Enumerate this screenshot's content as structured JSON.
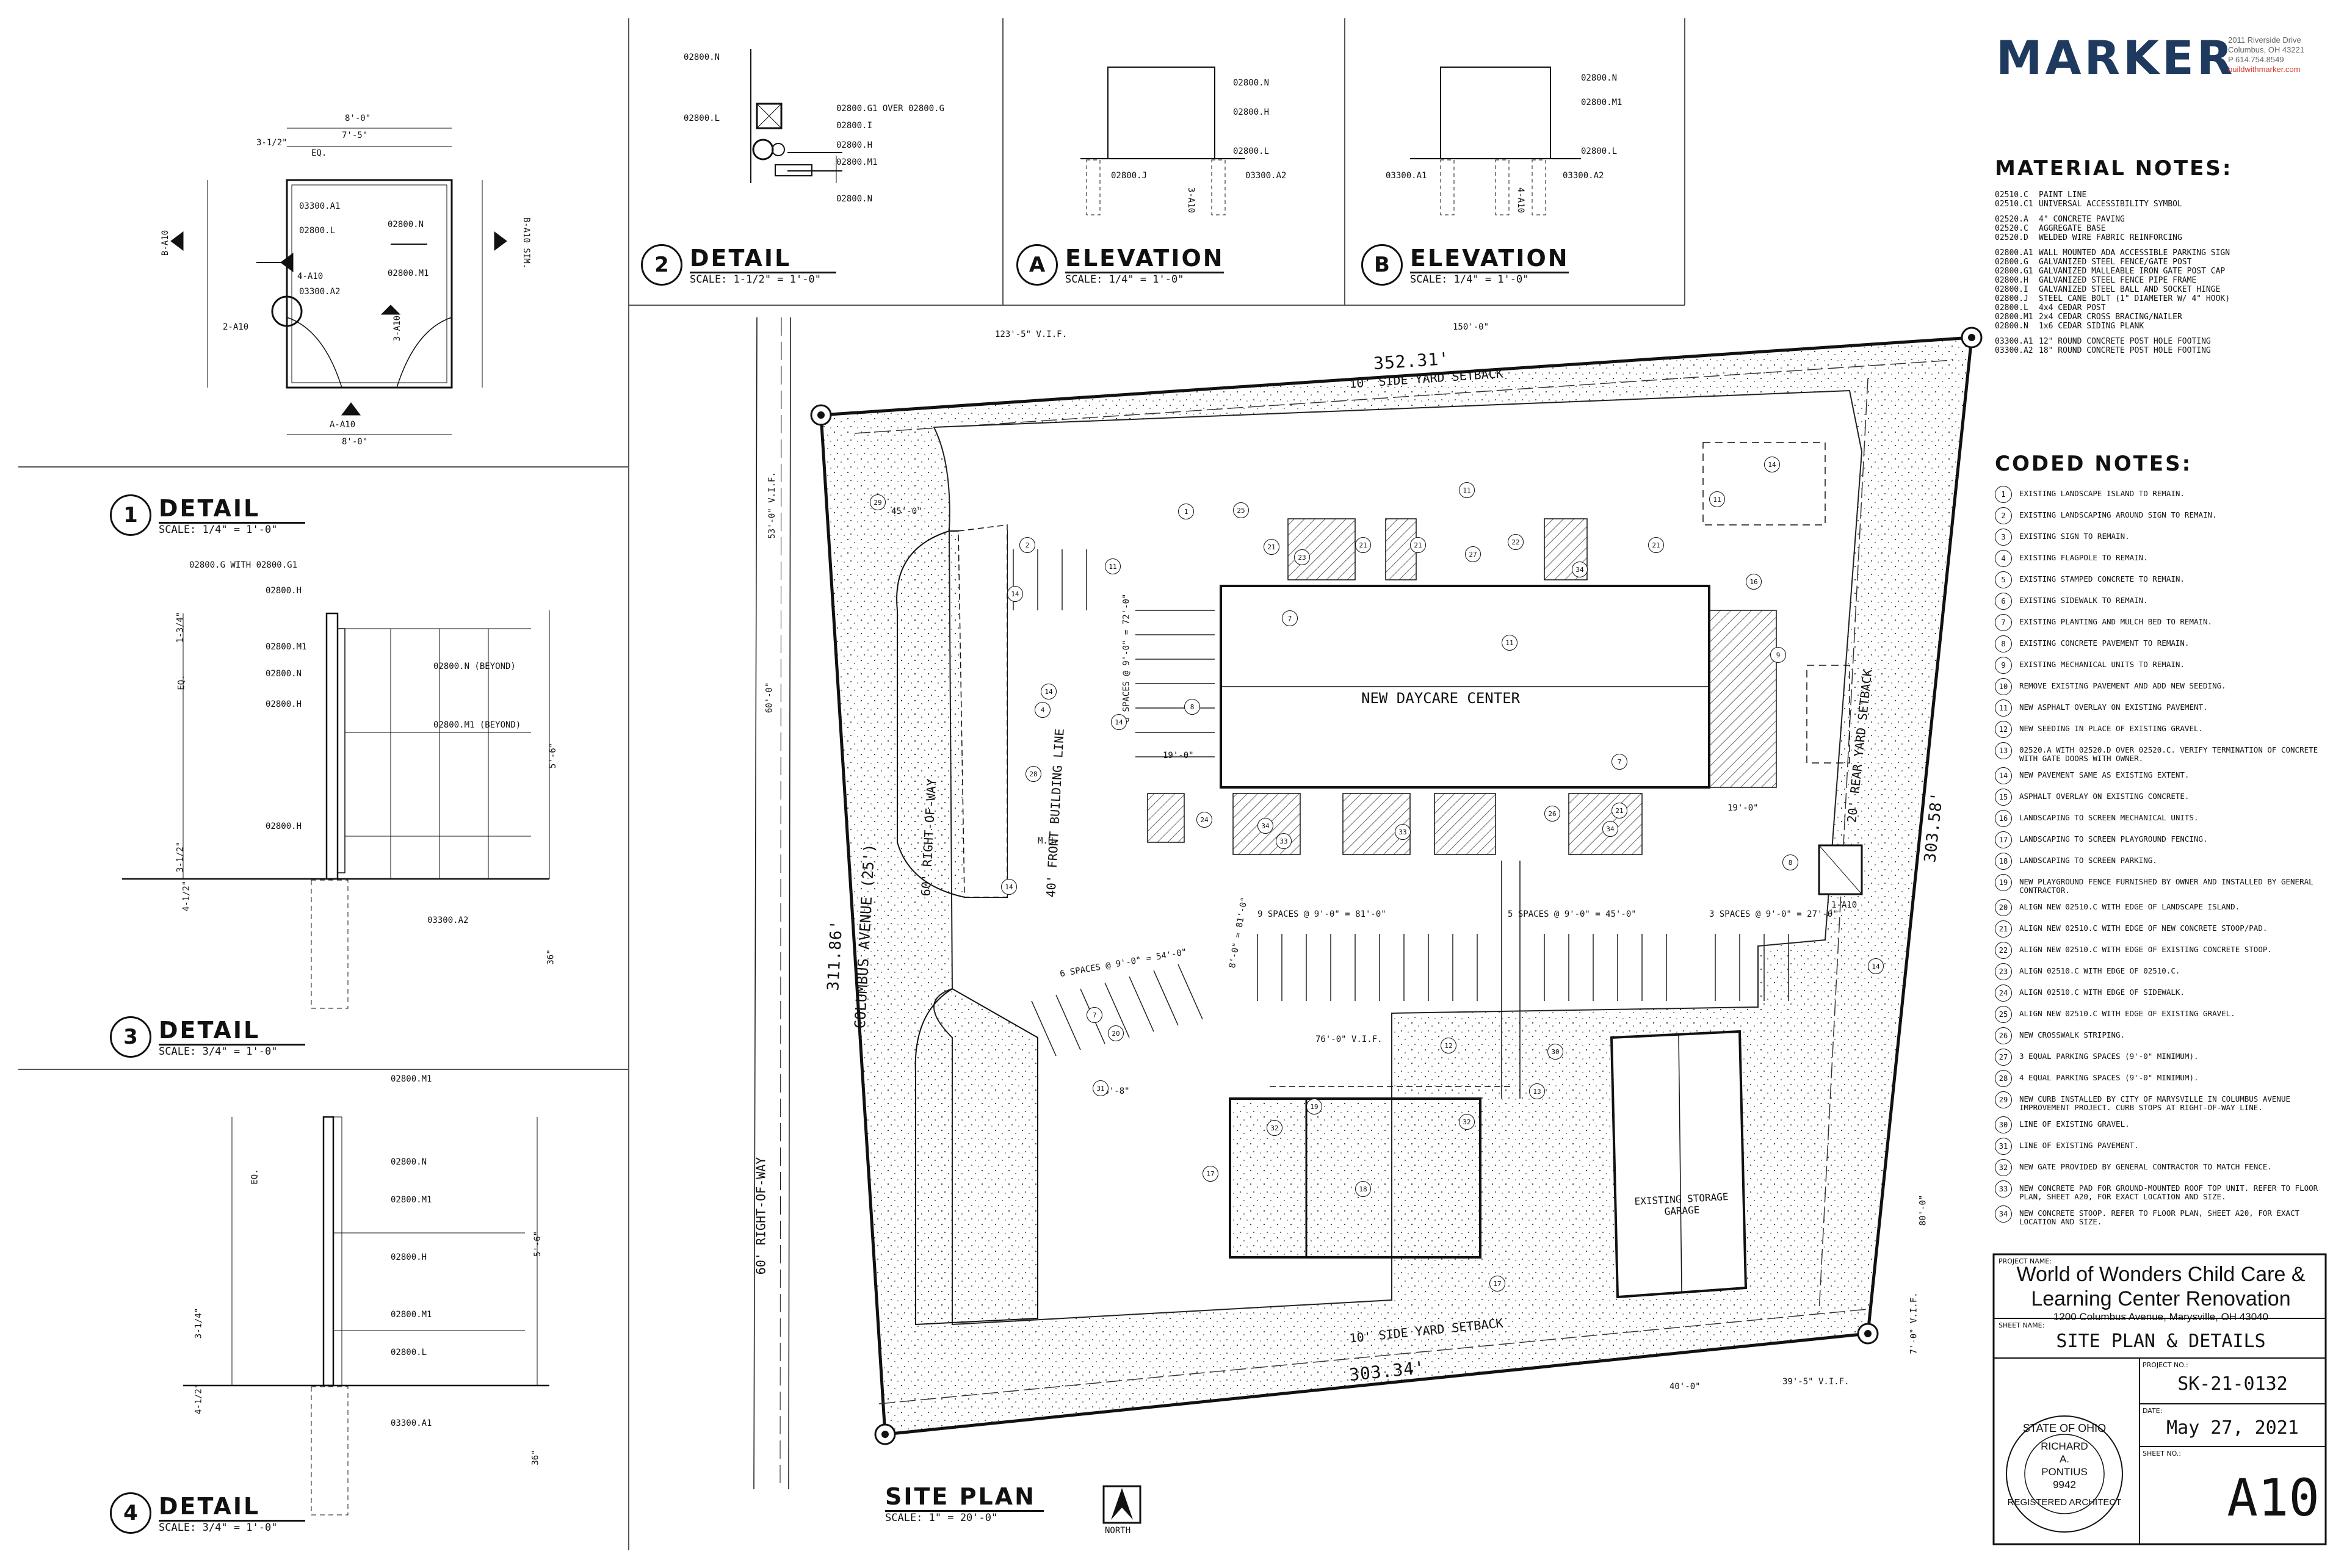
{
  "firm": {
    "logo": "MARKER",
    "address1": "2011 Riverside Drive",
    "address2": "Columbus, OH 43221",
    "phone": "P 614.754.8549",
    "web": "buildwithmarker.com",
    "brand_color": "#1f3a5f"
  },
  "material_notes": {
    "title": "MATERIAL NOTES:",
    "groups": [
      [
        [
          "02510.C",
          "PAINT LINE"
        ],
        [
          "02510.C1",
          "UNIVERSAL ACCESSIBILITY SYMBOL"
        ]
      ],
      [
        [
          "02520.A",
          "4\" CONCRETE PAVING"
        ],
        [
          "02520.C",
          "AGGREGATE BASE"
        ],
        [
          "02520.D",
          "WELDED WIRE FABRIC REINFORCING"
        ]
      ],
      [
        [
          "02800.A1",
          "WALL MOUNTED ADA ACCESSIBLE PARKING SIGN"
        ],
        [
          "02800.G",
          "GALVANIZED STEEL FENCE/GATE POST"
        ],
        [
          "02800.G1",
          "GALVANIZED MALLEABLE IRON GATE POST CAP"
        ],
        [
          "02800.H",
          "GALVANIZED STEEL FENCE PIPE FRAME"
        ],
        [
          "02800.I",
          "GALVANIZED STEEL BALL AND SOCKET HINGE"
        ],
        [
          "02800.J",
          "STEEL CANE BOLT (1\" DIAMETER W/ 4\" HOOK)"
        ],
        [
          "02800.L",
          "4x4 CEDAR POST"
        ],
        [
          "02800.M1",
          "2x4 CEDAR CROSS BRACING/NAILER"
        ],
        [
          "02800.N",
          "1x6 CEDAR SIDING PLANK"
        ]
      ],
      [
        [
          "03300.A1",
          "12\" ROUND CONCRETE POST HOLE FOOTING"
        ],
        [
          "03300.A2",
          "18\" ROUND CONCRETE POST HOLE FOOTING"
        ]
      ]
    ]
  },
  "coded_notes": {
    "title": "CODED NOTES:",
    "items": [
      [
        "1",
        "EXISTING LANDSCAPE ISLAND TO REMAIN."
      ],
      [
        "2",
        "EXISTING LANDSCAPING AROUND SIGN TO REMAIN."
      ],
      [
        "3",
        "EXISTING SIGN TO REMAIN."
      ],
      [
        "4",
        "EXISTING FLAGPOLE TO REMAIN."
      ],
      [
        "5",
        "EXISTING STAMPED CONCRETE TO REMAIN."
      ],
      [
        "6",
        "EXISTING SIDEWALK TO REMAIN."
      ],
      [
        "7",
        "EXISTING PLANTING AND MULCH BED TO REMAIN."
      ],
      [
        "8",
        "EXISTING CONCRETE PAVEMENT TO REMAIN."
      ],
      [
        "9",
        "EXISTING MECHANICAL UNITS TO REMAIN."
      ],
      [
        "10",
        "REMOVE EXISTING PAVEMENT AND ADD NEW SEEDING."
      ],
      [
        "11",
        "NEW ASPHALT OVERLAY ON EXISTING PAVEMENT."
      ],
      [
        "12",
        "NEW SEEDING IN PLACE OF EXISTING GRAVEL."
      ],
      [
        "13",
        "02520.A WITH 02520.D OVER 02520.C. VERIFY TERMINATION OF CONCRETE WITH GATE DOORS WITH OWNER."
      ],
      [
        "14",
        "NEW PAVEMENT SAME AS EXISTING EXTENT."
      ],
      [
        "15",
        "ASPHALT OVERLAY ON EXISTING CONCRETE."
      ],
      [
        "16",
        "LANDSCAPING TO SCREEN MECHANICAL UNITS."
      ],
      [
        "17",
        "LANDSCAPING TO SCREEN PLAYGROUND FENCING."
      ],
      [
        "18",
        "LANDSCAPING TO SCREEN PARKING."
      ],
      [
        "19",
        "NEW PLAYGROUND FENCE FURNISHED BY OWNER AND INSTALLED BY GENERAL CONTRACTOR."
      ],
      [
        "20",
        "ALIGN NEW 02510.C WITH EDGE OF LANDSCAPE ISLAND."
      ],
      [
        "21",
        "ALIGN NEW 02510.C WITH EDGE OF NEW CONCRETE STOOP/PAD."
      ],
      [
        "22",
        "ALIGN NEW 02510.C WITH EDGE OF EXISTING CONCRETE STOOP."
      ],
      [
        "23",
        "ALIGN 02510.C WITH EDGE OF 02510.C."
      ],
      [
        "24",
        "ALIGN 02510.C WITH EDGE OF SIDEWALK."
      ],
      [
        "25",
        "ALIGN NEW 02510.C WITH EDGE OF EXISTING GRAVEL."
      ],
      [
        "26",
        "NEW CROSSWALK STRIPING."
      ],
      [
        "27",
        "3 EQUAL PARKING SPACES (9'-0\" MINIMUM)."
      ],
      [
        "28",
        "4 EQUAL PARKING SPACES (9'-0\" MINIMUM)."
      ],
      [
        "29",
        "NEW CURB INSTALLED BY CITY OF MARYSVILLE IN COLUMBUS AVENUE IMPROVEMENT PROJECT. CURB STOPS AT RIGHT-OF-WAY LINE."
      ],
      [
        "30",
        "LINE OF EXISTING GRAVEL."
      ],
      [
        "31",
        "LINE OF EXISTING PAVEMENT."
      ],
      [
        "32",
        "NEW GATE PROVIDED BY GENERAL CONTRACTOR TO MATCH FENCE."
      ],
      [
        "33",
        "NEW CONCRETE PAD FOR GROUND-MOUNTED ROOF TOP UNIT. REFER TO FLOOR PLAN, SHEET A20, FOR EXACT LOCATION AND SIZE."
      ],
      [
        "34",
        "NEW CONCRETE STOOP. REFER TO FLOOR PLAN, SHEET A20, FOR EXACT LOCATION AND SIZE."
      ]
    ]
  },
  "title_block": {
    "project_name_label": "PROJECT NAME:",
    "project_name_line1": "World of Wonders Child Care &",
    "project_name_line2": "Learning Center Renovation",
    "project_address": "1200 Columbus Avenue, Marysville, OH 43040",
    "sheet_name_label": "SHEET NAME:",
    "sheet_name": "SITE PLAN & DETAILS",
    "project_no_label": "PROJECT NO.:",
    "project_no": "SK-21-0132",
    "date_label": "DATE:",
    "date": "May 27, 2021",
    "sheet_no_label": "SHEET NO.:",
    "sheet_no": "A10",
    "seal": {
      "top": "STATE OF OHIO",
      "name1": "RICHARD",
      "name2": "A.",
      "name3": "PONTIUS",
      "number": "9942",
      "bottom": "REGISTERED ARCHITECT"
    }
  },
  "details": {
    "d1": {
      "num": "1",
      "title": "DETAIL",
      "scale": "SCALE: 1/4\" = 1'-0\""
    },
    "d2": {
      "num": "2",
      "title": "DETAIL",
      "scale": "SCALE: 1-1/2\" = 1'-0\""
    },
    "d3": {
      "num": "3",
      "title": "DETAIL",
      "scale": "SCALE: 3/4\" = 1'-0\""
    },
    "d4": {
      "num": "4",
      "title": "DETAIL",
      "scale": "SCALE: 3/4\" = 1'-0\""
    },
    "eA": {
      "num": "A",
      "title": "ELEVATION",
      "scale": "SCALE: 1/4\" = 1'-0\""
    },
    "eB": {
      "num": "B",
      "title": "ELEVATION",
      "scale": "SCALE: 1/4\" = 1'-0\""
    }
  },
  "detail1_labels": {
    "d8a": "8'-0\"",
    "d7b": "7'-5\"",
    "d8b": "8'-0\"",
    "l1": "03300.A1",
    "l2": "02800.L",
    "l3": "02800.N",
    "l4": "02800.M1",
    "l5": "03300.A2",
    "ref1": "4-A10",
    "ref2": "2-A10",
    "ref3": "3-A10",
    "ref4": "A-A10",
    "refB": "B-A10",
    "refBsim": "B-A10 SIM.",
    "eq": "EQ.",
    "dim312": "3-1/2\""
  },
  "detail2_labels": {
    "n": "02800.N",
    "l": "02800.L",
    "g1": "02800.G1 OVER 02800.G",
    "i": "02800.I",
    "h": "02800.H",
    "m1": "02800.M1",
    "n2": "02800.N"
  },
  "elevA_labels": {
    "n": "02800.N",
    "h": "02800.H",
    "l": "02800.L",
    "j": "02800.J",
    "a2": "03300.A2",
    "ref": "3-A10"
  },
  "elevB_labels": {
    "n": "02800.N",
    "m1": "02800.M1",
    "l": "02800.L",
    "a1": "03300.A1",
    "a2": "03300.A2",
    "ref": "4-A10"
  },
  "detail3_labels": {
    "g": "02800.G WITH 02800.G1",
    "h": "02800.H",
    "m1": "02800.M1",
    "n": "02800.N",
    "h2": "02800.H",
    "nb": "02800.N (BEYOND)",
    "m1b": "02800.M1 (BEYOND)",
    "h3": "02800.H",
    "a2": "03300.A2",
    "dim134": "1-3/4\"",
    "dim312": "3-1/2\"",
    "eq": "EQ.",
    "dim56": "5'-6\"",
    "dim36": "36\"",
    "dim412": "4-1/2\""
  },
  "detail4_labels": {
    "m1": "02800.M1",
    "n": "02800.N",
    "m1b": "02800.M1",
    "h": "02800.H",
    "m1c": "02800.M1",
    "l": "02800.L",
    "a1": "03300.A1",
    "dim34": "3-1/4\"",
    "dim412": "4-1/2\"",
    "dim56": "5'-6\"",
    "dim36": "36\"",
    "eq": "EQ."
  },
  "site_plan": {
    "title": "SITE PLAN",
    "scale": "SCALE: 1\" = 20'-0\"",
    "north": "NORTH",
    "dim_top": "352.31'",
    "dim_bottom": "303.34'",
    "dim_left": "311.86'",
    "dim_right": "303.58'",
    "side_setback_top": "10' SIDE YARD SETBACK",
    "side_setback_bottom": "10' SIDE YARD SETBACK",
    "rear_setback": "20' REAR YARD SETBACK",
    "front_building_line": "40' FRONT BUILDING LINE",
    "row_inner": "60' RIGHT-OF-WAY",
    "row_outer": "60' RIGHT-OF-WAY",
    "street": "COLUMBUS AVENUE (25')",
    "building": "NEW DAYCARE CENTER",
    "garage": "EXISTING STORAGE GARAGE",
    "dim_123": "123'-5\" V.I.F.",
    "dim_150": "150'-0\"",
    "dim_53": "53'-0\" V.I.F.",
    "dim_60": "60'-0\"",
    "dim_80": "80'-0\"",
    "dim_40": "40'-0\"",
    "dim_395": "39'-5\" V.I.F.",
    "dim_76": "76'-0\" V.I.F.",
    "dim_58": "58'-8\"",
    "dim_7": "7'-0\" V.I.F.",
    "dim_19a": "19'-0\"",
    "dim_19b": "19'-0\"",
    "dim_45": "45'-0\"",
    "dim_9sp": "9 SPACES @ 9'-0\" = 81'-0\"",
    "dim_5sp": "5 SPACES @ 9'-0\" = 45'-0\"",
    "dim_3sp": "3 SPACES @ 9'-0\" = 27'-0\"",
    "dim_6sp": "6 SPACES @ 9'-0\" = 54'-0\"",
    "dim_8sp": "8 SPACES @ 9'-0\" = 72'-0\"",
    "dim_8sp2": "8'-0\" = 81'-0\"",
    "mh": "M.H.",
    "ref_1a10": "1-A10"
  }
}
